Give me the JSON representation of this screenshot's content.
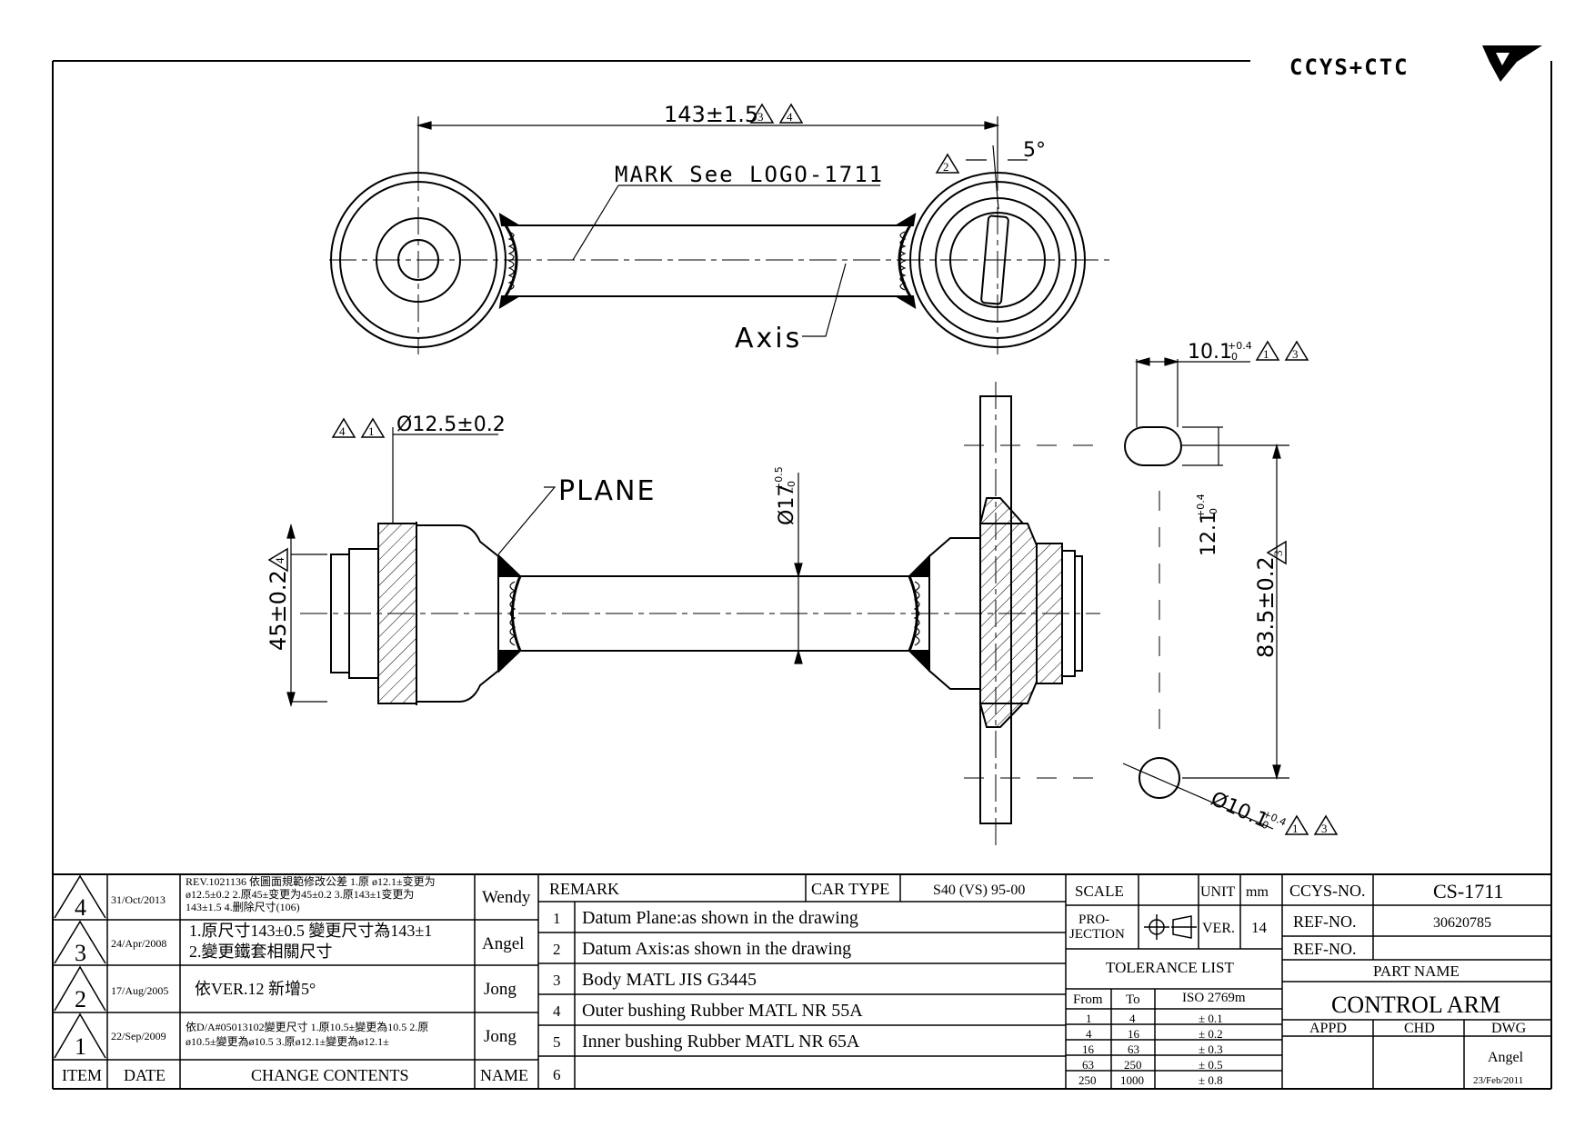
{
  "logo": {
    "text": "CCYS+CTC"
  },
  "drawing": {
    "dim_length": "143±1.5",
    "dim_length_revs": [
      "3",
      "4"
    ],
    "angle": "5°",
    "angle_rev": "2",
    "mark_note": "MARK See LOGO-1711",
    "axis_label": "Axis",
    "dim_bore": "Ø12.5±0.2",
    "dim_bore_revs": [
      "4",
      "1"
    ],
    "plane_label": "PLANE",
    "dim_width": "45±0.2",
    "dim_width_rev": "4",
    "dim_tube": "Ø17",
    "dim_tube_tol": [
      "+0.5",
      "-0"
    ],
    "dim_slot": "10.1",
    "dim_slot_tol": [
      "+0.4",
      "-0"
    ],
    "dim_slot_revs": [
      "1",
      "3"
    ],
    "dim_slot_h": "12.1",
    "dim_slot_h_tol": [
      "+0.4",
      "-0"
    ],
    "dim_pitch": "83.5±0.2",
    "dim_pitch_rev": "3",
    "dim_hole": "Ø10.1",
    "dim_hole_tol": [
      "+0.4",
      "-0"
    ],
    "dim_hole_revs": [
      "1",
      "3"
    ]
  },
  "revisions": {
    "rows": [
      {
        "item": "4",
        "date": "31/Oct/2013",
        "content": [
          "REV.1021136 依圖面規範修改公差 1.原 ø12.1±变更为",
          "ø12.5±0.2 2.原45±变更为45±0.2 3.原143±1变更为",
          "143±1.5 4.删除尺寸(106)"
        ],
        "name": "Wendy"
      },
      {
        "item": "3",
        "date": "24/Apr/2008",
        "content": [
          "1.原尺寸143±0.5 變更尺寸為143±1",
          "2.變更鐵套相關尺寸"
        ],
        "name": "Angel"
      },
      {
        "item": "2",
        "date": "17/Aug/2005",
        "content": [
          "依VER.12 新增5°"
        ],
        "name": "Jong"
      },
      {
        "item": "1",
        "date": "22/Sep/2009",
        "content": [
          "依D/A#05013102變更尺寸 1.原10.5±變更為10.5 2.原",
          "ø10.5±變更為ø10.5 3.原ø12.1±變更為ø12.1±"
        ],
        "name": "Jong"
      }
    ],
    "headers": {
      "item": "ITEM",
      "date": "DATE",
      "content": "CHANGE CONTENTS",
      "name": "NAME"
    }
  },
  "remarks": {
    "header": "REMARK",
    "car_type_label": "CAR TYPE",
    "car_type": "S40 (VS) 95-00",
    "items": [
      {
        "no": "1",
        "text": "Datum Plane:as shown in the drawing"
      },
      {
        "no": "2",
        "text": "Datum Axis:as shown in the drawing"
      },
      {
        "no": "3",
        "text": "Body MATL JIS G3445"
      },
      {
        "no": "4",
        "text": "Outer bushing Rubber MATL NR 55A"
      },
      {
        "no": "5",
        "text": "Inner bushing Rubber MATL NR 65A"
      },
      {
        "no": "6",
        "text": ""
      }
    ]
  },
  "spec": {
    "scale_label": "SCALE",
    "unit_label": "UNIT",
    "unit": "mm",
    "projection_label": [
      "PRO-",
      "JECTION"
    ],
    "ver_label": "VER.",
    "ver": "14",
    "tolerance_title": "TOLERANCE LIST",
    "tol_headers": [
      "From",
      "To",
      "ISO 2769m"
    ],
    "tol_rows": [
      [
        "1",
        "4",
        "± 0.1"
      ],
      [
        "4",
        "16",
        "± 0.2"
      ],
      [
        "16",
        "63",
        "± 0.3"
      ],
      [
        "63",
        "250",
        "± 0.5"
      ],
      [
        "250",
        "1000",
        "± 0.8"
      ]
    ]
  },
  "title_block": {
    "ccys_label": "CCYS-NO.",
    "ccys_no": "CS-1711",
    "ref_label": "REF-NO.",
    "ref_no": "30620785",
    "ref_label_2": "REF-NO.",
    "ref_no_2": "",
    "part_name_label": "PART NAME",
    "part_name": "CONTROL ARM",
    "appd_label": "APPD",
    "chd_label": "CHD",
    "dwg_label": "DWG",
    "dwg_name": "Angel",
    "dwg_date": "23/Feb/2011"
  }
}
